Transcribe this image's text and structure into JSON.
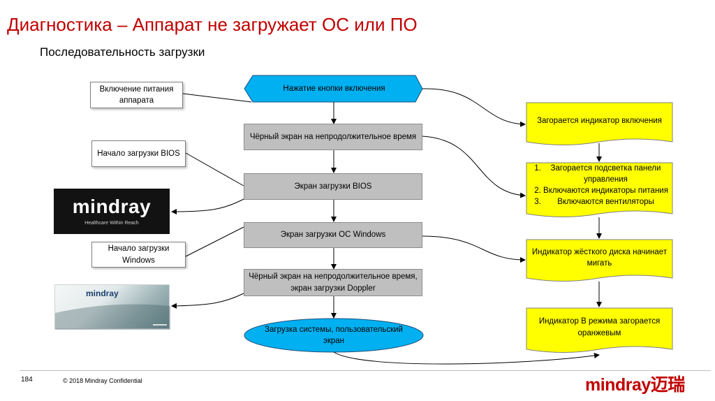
{
  "title": "Диагностика – Аппарат не загружает ОС или ПО",
  "subtitle": "Последовательность загрузки",
  "notes": {
    "power_on": "Включение питания аппарата",
    "bios_start": "Начало загрузки BIOS",
    "windows_start": "Начало загрузки Windows"
  },
  "flow": {
    "press_button": "Нажатие кнопки включения",
    "black_screen_short": "Чёрный экран на непродолжительное время",
    "bios_screen": "Экран загрузки BIOS",
    "windows_screen": "Экран загрузки ОС Windows",
    "black_screen_doppler": "Чёрный экран на непродолжительное время, экран загрузки Doppler",
    "system_load": "Загрузка системы, пользовательский экран"
  },
  "indicators": {
    "power_indicator": "Загорается индикатор включения",
    "panel_items": [
      "Загорается подсветка панели управления",
      "Включаются индикаторы питания",
      "Включаются вентиляторы"
    ],
    "hdd_indicator": "Индикатор жёсткого диска начинает мигать",
    "mode_indicator": "Индикатор B режима загорается оранжевым"
  },
  "logos": {
    "mindray_black_word": "mindray",
    "mindray_black_tag": "Healthcare Within Reach",
    "mindray_splash_word": "mindray"
  },
  "footer": {
    "page_number": "184",
    "copyright": "© 2018  Mindray Confidential",
    "brand": "mindray迈瑞"
  },
  "colors": {
    "title_red": "#c00000",
    "cyan": "#00b0f0",
    "gray_box": "#bfbfbf",
    "yellow_box": "#ffff00"
  }
}
